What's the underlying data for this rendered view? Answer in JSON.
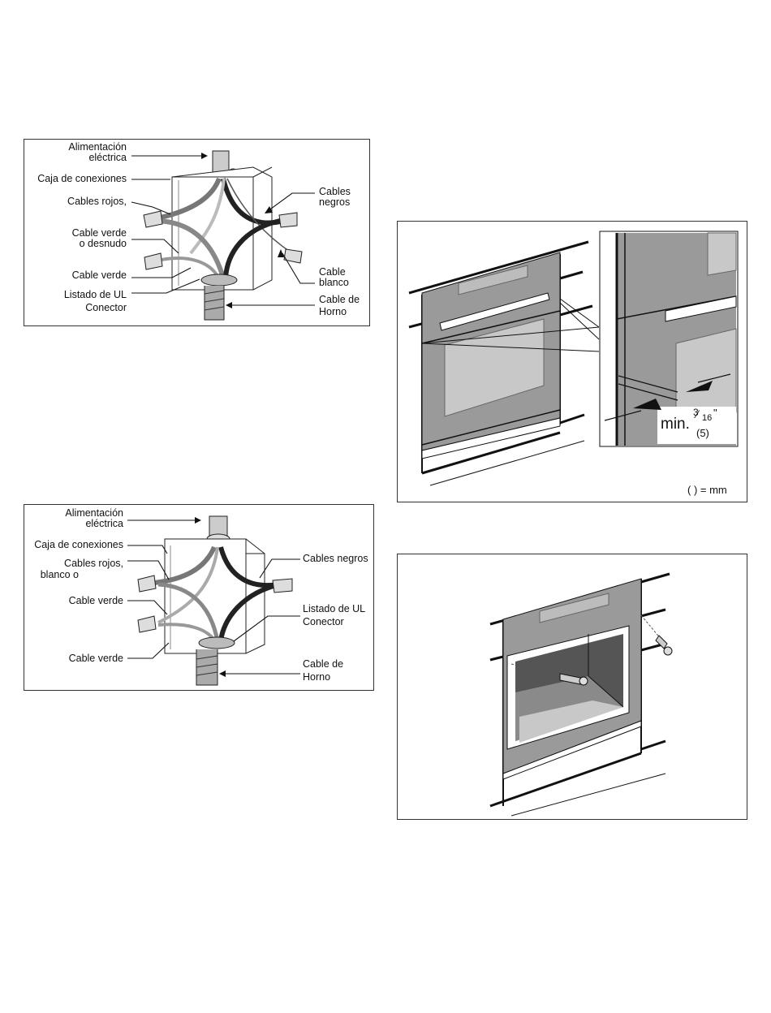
{
  "diagram1": {
    "alimentacion_l1": "Alimentación",
    "alimentacion_l2": "eléctrica",
    "caja": "Caja de conexiones",
    "cables_rojos": "Cables rojos,",
    "cable_verde_desnudo_l1": "Cable verde",
    "cable_verde_desnudo_l2": "o desnudo",
    "cable_verde": "Cable verde",
    "listado_ul": "Listado de UL",
    "conector": "Conector",
    "cables_negros_l1": "Cables",
    "cables_negros_l2": "negros",
    "cable_blanco_l1": "Cable",
    "cable_blanco_l2": "blanco",
    "cable_horno_l1": "Cable de",
    "cable_horno_l2": "Horno"
  },
  "diagram2": {
    "alimentacion_l1": "Alimentación",
    "alimentacion_l2": "eléctrica",
    "caja": "Caja de conexiones",
    "cables_rojos_l1": "Cables rojos,",
    "cables_rojos_l2": "blanco o",
    "cable_verde_top": "Cable verde",
    "cable_verde_bottom": "Cable verde",
    "cables_negros": "Cables negros",
    "listado_ul": "Listado de UL",
    "conector": "Conector",
    "cable_horno_l1": "Cable de",
    "cable_horno_l2": "Horno"
  },
  "diagram3": {
    "min_label": "min.",
    "fraction_num": "3",
    "fraction_den": "16",
    "inch_mark": "\"",
    "mm_value": "(5)",
    "unit_note": "( ) = mm"
  },
  "colors": {
    "ink": "#111111",
    "oven_gray": "#9a9a9a",
    "glass_gray": "#c8c8c8",
    "wire_red": "#7a7a7a",
    "wire_black": "#222222",
    "wire_white": "#f4f4f4"
  }
}
